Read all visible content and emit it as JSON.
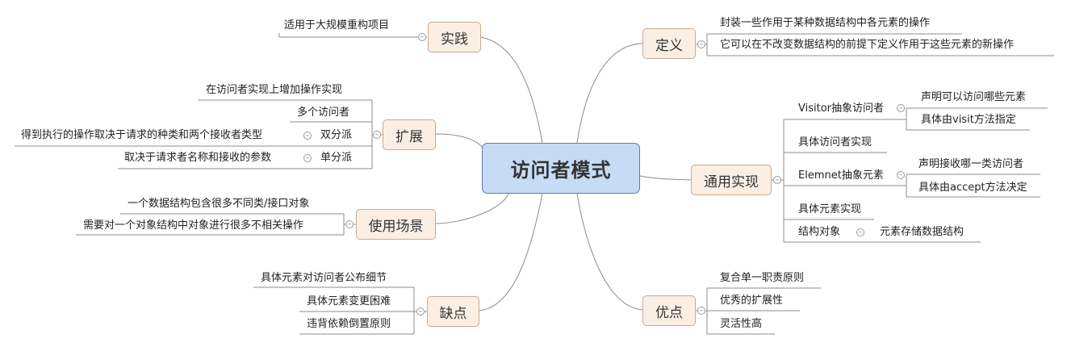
{
  "center": {
    "title": "访问者模式"
  },
  "branches": {
    "practice": {
      "label": "实践",
      "items": [
        "适用于大规模重构项目"
      ]
    },
    "extension": {
      "label": "扩展",
      "items": [
        "在访问者实现上增加操作实现",
        "多个访问者"
      ],
      "double_dispatch": {
        "label": "双分派",
        "desc": "得到执行的操作取决于请求的种类和两个接收者类型"
      },
      "single_dispatch": {
        "label": "单分派",
        "desc": "取决于请求者名称和接收的参数"
      }
    },
    "usage": {
      "label": "使用场景",
      "items": [
        "一个数据结构包含很多不同类/接口对象",
        "需要对一个对象结构中对象进行很多不相关操作"
      ]
    },
    "cons": {
      "label": "缺点",
      "items": [
        "具体元素对访问者公布细节",
        "具体元素变更困难",
        "违背依赖倒置原则"
      ]
    },
    "definition": {
      "label": "定义",
      "items": [
        "封装一些作用于某种数据结构中各元素的操作",
        "它可以在不改变数据结构的前提下定义作用于这些元素的新操作"
      ]
    },
    "general": {
      "label": "通用实现",
      "visitor": {
        "label": "Visitor抽象访问者",
        "items": [
          "声明可以访问哪些元素",
          "具体由visit方法指定"
        ]
      },
      "concrete_visitor": "具体访问者实现",
      "element": {
        "label": "Elemnet抽象元素",
        "items": [
          "声明接收哪一类访问者",
          "具体由accept方法决定"
        ]
      },
      "concrete_element": "具体元素实现",
      "structure": {
        "label": "结构对象",
        "item": "元素存储数据结构"
      }
    },
    "pros": {
      "label": "优点",
      "items": [
        "复合单一职责原则",
        "优秀的扩展性",
        "灵活性高"
      ]
    }
  },
  "colors": {
    "center_fill": "#c6dcf6",
    "center_border": "#5b7fa8",
    "topic_fill": "#fbefe4",
    "topic_border": "#c9a993",
    "line": "#9a8a7e"
  }
}
